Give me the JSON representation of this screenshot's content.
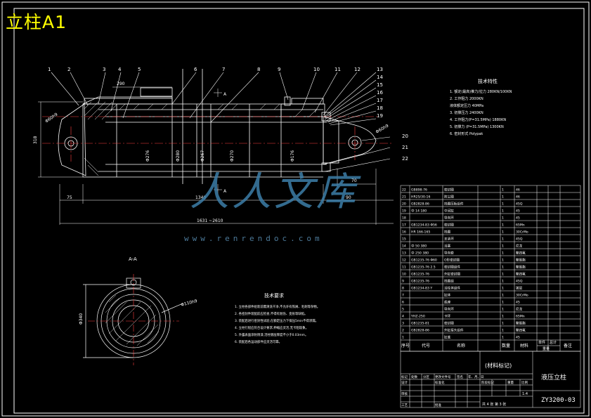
{
  "title_tag": "立柱A1",
  "colors": {
    "line": "#ffffff",
    "title": "#ffff00",
    "center": "#ff4040",
    "hatch": "#ffffff"
  },
  "callouts": [
    "1",
    "2",
    "3",
    "4",
    "5",
    "6",
    "7",
    "8",
    "9",
    "10",
    "11",
    "12",
    "13",
    "14",
    "15",
    "16",
    "17",
    "18",
    "19",
    "20",
    "21",
    "22"
  ],
  "dims": {
    "d_left": "Φ60h9",
    "d_small": "Φ60h9",
    "h_left": "318",
    "top_len": "290",
    "dia1": "Φ276",
    "dia2": "Φ280",
    "dia3": "Φ267",
    "dia4": "Φ270",
    "dia5": "Φ176",
    "bottom_left": "75",
    "bottom_mid": "1340",
    "bottom_right": "90",
    "right_70": "70",
    "total": "1631  ~2610",
    "sec_marker": "A",
    "section_title": "A-A",
    "section_dia": "Φ340",
    "section_left": "Φ110h9"
  },
  "tech_params": {
    "title": "技术特性",
    "lines": [
      "1. 额定(最高)推力/拉力  280KN/100KN",
      "2. 工作阻力           2000KN",
      "   液体额定压力       40MPa",
      "3. 初撑压力           2400KN",
      "4. 工作阻力(P=31.5MPa)  1880KN",
      "5. 初撑力   (P=31.5MPa)  1300KN",
      "6. 密封形式           Polypak"
    ]
  },
  "tech_req": {
    "title": "技术要求",
    "lines": [
      "1. 立柱各部件组装前需清洗干净,不允许有铁屑、毛刺等杂物。",
      "2. 各密封件装配前应检查,不得有划伤、变形等缺陷。",
      "3. 装配后进行密封性试验,在额定压力下保压5min不得渗漏。",
      "4. 立柱行程应符合设计要求,伸缩应灵活,无卡阻现象。",
      "5. 外露表面涂防锈漆,活柱镀层厚度不小于0.03mm。",
      "6. 装配后各运动部件应灵活可靠。"
    ]
  },
  "bom": {
    "rows": [
      [
        "22",
        "GB898-76",
        "密封圈",
        "1",
        "",
        "46"
      ],
      [
        "21",
        "HR25/30-16",
        "防尘圈",
        "1",
        "",
        "46"
      ],
      [
        "20",
        "GB2828-86",
        "挡圈压板组件",
        "1",
        "",
        "45Q"
      ],
      [
        "19",
        "中 14  180",
        "中间缸",
        "1",
        "",
        "45"
      ],
      [
        "18",
        "",
        "导向环",
        "1",
        "",
        "45"
      ],
      [
        "17",
        "GB1234-83 Φ56",
        "密封圈",
        "1",
        "",
        "65Mn"
      ],
      [
        "16",
        "HR 166-165",
        "挡圈",
        "1",
        "",
        "30CrMo"
      ],
      [
        "15",
        "",
        "支承环",
        "1",
        "",
        "45Q"
      ],
      [
        "14",
        "中 50  380",
        "活塞",
        "1",
        "",
        "尼龙"
      ],
      [
        "13",
        "中 250  380",
        "导向套",
        "1",
        "",
        "聚四氟"
      ],
      [
        "12",
        "GB1235-76 Φ60",
        "O形密封圈",
        "1",
        "",
        "聚氨酯"
      ],
      [
        "11",
        "GB1235-76 2.5",
        "密封圈组件",
        "1",
        "",
        "聚氨酯"
      ],
      [
        "10",
        "GB1235-76",
        "外缸密封圈",
        "1",
        "",
        "聚四氟"
      ],
      [
        "9",
        "GB1235-76",
        "挡圈组",
        "1",
        "",
        "45Q"
      ],
      [
        "8",
        "GB1234-83 Y",
        "活柱体组件",
        "1",
        "",
        "镀层"
      ],
      [
        "7",
        "",
        "缸体",
        "1",
        "",
        "30CrMo"
      ],
      [
        "6",
        "",
        "底座",
        "1",
        "",
        "45"
      ],
      [
        "5",
        "",
        "导向环",
        "1",
        "",
        "尼龙"
      ],
      [
        "4",
        "YHZ-250",
        "卡环",
        "1",
        "",
        "65Mn"
      ],
      [
        "3",
        "GB1235-81",
        "密封圈",
        "1",
        "",
        "聚氨酯"
      ],
      [
        "2",
        "GB2828-86",
        "外缸接头组件",
        "1",
        "",
        "聚四氟"
      ],
      [
        "1",
        "",
        "缸底",
        "1",
        "",
        "45"
      ]
    ],
    "header": [
      "序号",
      "代号",
      "名称",
      "数量",
      "材料",
      "单件",
      "总计",
      "重量",
      "备注"
    ],
    "header_weight": "重量"
  },
  "titleblock": {
    "material_note": "(材料标记)",
    "product_name": "液压立柱",
    "drawing_no": "ZY3200-03",
    "scale_label": "比例",
    "scale": "1:4",
    "sheet": "共 4 张  第 3 张",
    "labels": [
      "标记",
      "处数",
      "分区",
      "更改文件号",
      "签名",
      "年、月、日",
      "设计",
      "标准化",
      "审核",
      "工艺",
      "批准",
      "阶段标记",
      "重量",
      "比例"
    ]
  },
  "watermark": {
    "main": "人人文库",
    "sub": "www.renrendoc.com"
  }
}
